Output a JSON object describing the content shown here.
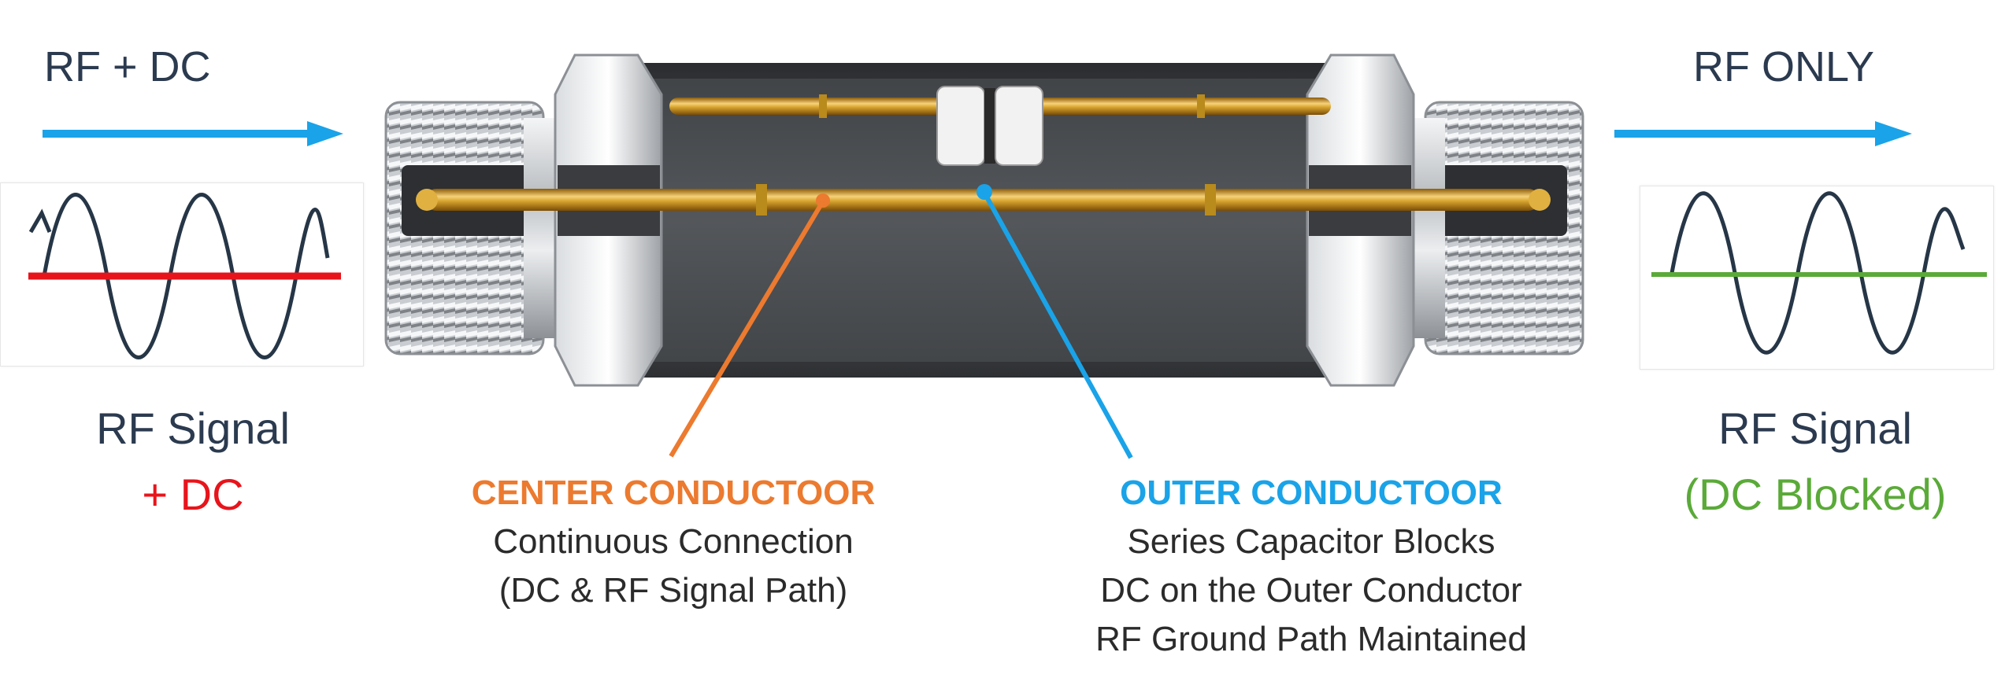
{
  "colors": {
    "text_dark": "#2b3a4f",
    "flow_arrow": "#1aa3e8",
    "rf_wave": "#263647",
    "dc_line_red": "#e8141b",
    "dc_blocked_green": "#5aaa38",
    "center_conductor_label": "#ec7a2f",
    "outer_conductor_label": "#1aa3e8",
    "gold": "#d4a020",
    "metal": "#c8cbce"
  },
  "left": {
    "flow_label": "RF + DC",
    "signal_title": "RF Signal",
    "signal_subtitle": "+ DC",
    "icon": "right-arrow-icon"
  },
  "right": {
    "flow_label": "RF ONLY",
    "signal_title": "RF Signal",
    "signal_subtitle": "(DC Blocked)",
    "icon": "right-arrow-icon"
  },
  "center_conductor": {
    "heading": "CENTER CONDUCTOOR",
    "line1": "Continuous Connection",
    "line2": "(DC & RF Signal Path)"
  },
  "outer_conductor": {
    "heading": "OUTER CONDUCTOOR",
    "line1": "Series Capacitor Blocks",
    "line2": "DC on the Outer Conductor",
    "line3": "RF Ground Path Maintained"
  }
}
